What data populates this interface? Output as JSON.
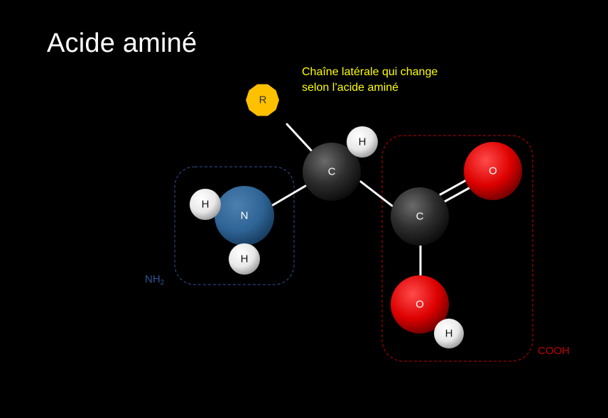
{
  "title": "Acide aminé",
  "side_chain_note": {
    "line1": "Chaîne latérale qui change",
    "line2": "selon l’acide aminé"
  },
  "groups": {
    "amine": {
      "base": "NH",
      "sub": "2",
      "color": "#2f5597"
    },
    "carboxyl": {
      "label": "COOH",
      "color": "#c00000"
    }
  },
  "atoms": {
    "r": "R",
    "c_alpha": "C",
    "h_alpha": "H",
    "n": "N",
    "h_n1": "H",
    "h_n2": "H",
    "c_carboxyl": "C",
    "o_double": "O",
    "o_hydroxyl": "O",
    "h_hydroxyl": "H"
  },
  "colors": {
    "side_chain": "#ffc000",
    "carbon": "#333333",
    "hydrogen": "#ffffff",
    "nitrogen": "#2e6496",
    "oxygen": "#e00000",
    "note_text": "#ffff00"
  }
}
